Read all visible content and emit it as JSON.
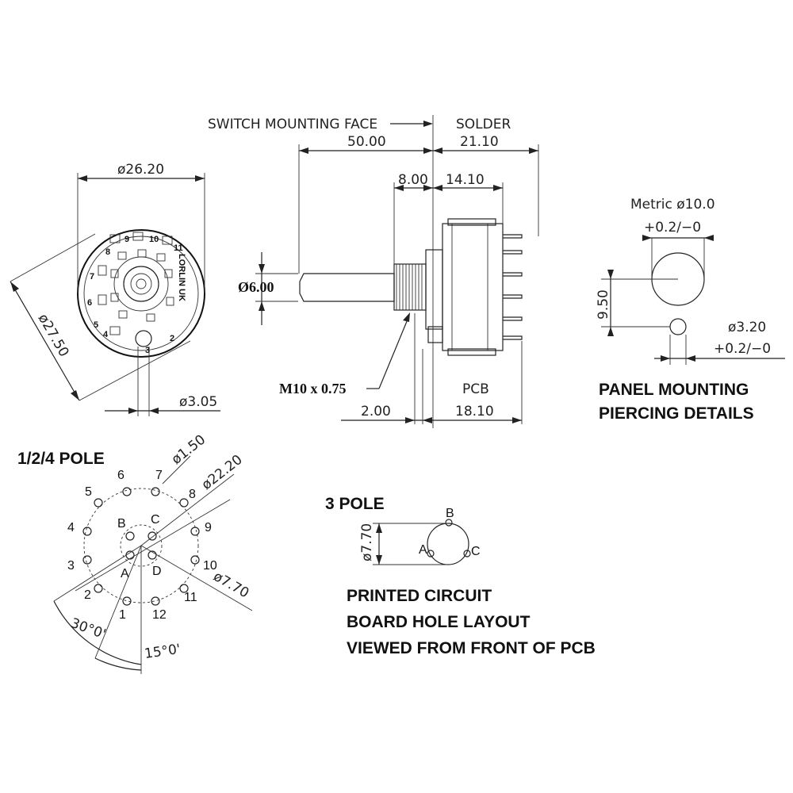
{
  "top_view": {
    "dia_body": "ø26.20",
    "dia_outer": "ø27.50",
    "dia_stop": "ø3.05",
    "face_label": "LORLIN UK",
    "face_digits": [
      "2",
      "3",
      "4",
      "5",
      "6",
      "7",
      "8",
      "9",
      "10",
      "11"
    ]
  },
  "side_view": {
    "switch_mounting_face": "SWITCH MOUNTING  FACE",
    "solder": "SOLDER",
    "dim_50": "50.00",
    "dim_21": "21.10",
    "dim_8": "8.00",
    "dim_14": "14.10",
    "shaft_dia": "Ø6.00",
    "thread": "M10 x 0.75",
    "pcb": "PCB",
    "dim_2": "2.00",
    "dim_18": "18.10"
  },
  "panel": {
    "metric": "Metric  ø10.0",
    "tol1": "+0.2/−0",
    "dim_950": "9.50",
    "dim_320": "ø3.20",
    "tol2": "+0.2/−0",
    "title1": "PANEL MOUNTING",
    "title2": "PIERCING DETAILS"
  },
  "pole_layout": {
    "title": "1/2/4 POLE",
    "outer_pins": [
      "1",
      "2",
      "3",
      "4",
      "5",
      "6",
      "7",
      "8",
      "9",
      "10",
      "11",
      "12"
    ],
    "inner_pins": [
      "A",
      "B",
      "C",
      "D"
    ],
    "dia_hole": "ø1.50",
    "dia_outer": "ø22.20",
    "dia_inner": "ø7.70",
    "angle1": "30°0'",
    "angle2": "15°0'"
  },
  "three_pole": {
    "title": "3 POLE",
    "dia": "ø7.70",
    "pins": [
      "A",
      "B",
      "C"
    ]
  },
  "caption": {
    "line1": "PRINTED CIRCUIT",
    "line2": "BOARD HOLE LAYOUT",
    "line3": "VIEWED FROM FRONT OF PCB"
  }
}
